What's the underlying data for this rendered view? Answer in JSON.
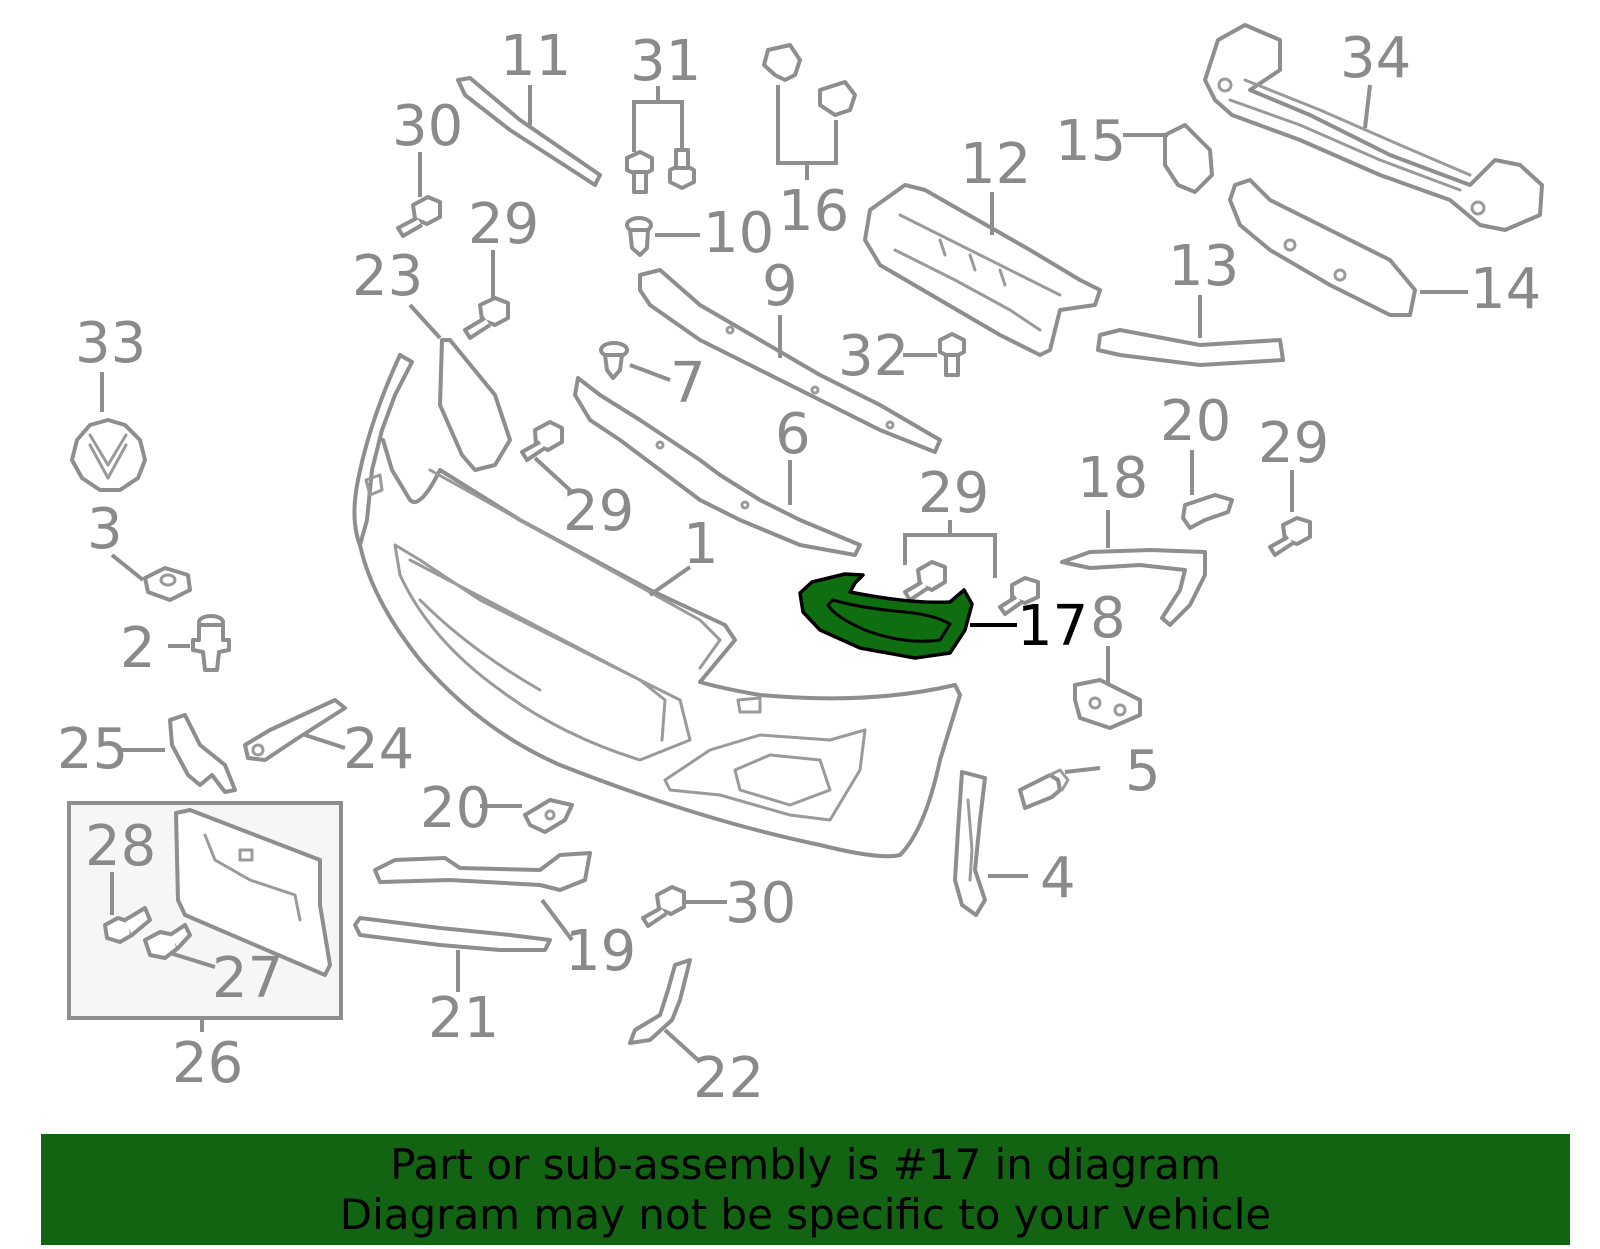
{
  "highlight_color": "#0f6e0f",
  "banner_color": "#126312",
  "banner": {
    "line1": "Part or sub-assembly is #17 in diagram",
    "line2": "Diagram may not be specific to your vehicle"
  },
  "callouts": {
    "c1": "1",
    "c2": "2",
    "c3": "3",
    "c4": "4",
    "c5": "5",
    "c6": "6",
    "c7": "7",
    "c8": "8",
    "c9": "9",
    "c10": "10",
    "c11": "11",
    "c12": "12",
    "c13": "13",
    "c14": "14",
    "c15": "15",
    "c16": "16",
    "c17": "17",
    "c18": "18",
    "c19": "19",
    "c20a": "20",
    "c20b": "20",
    "c21": "21",
    "c22": "22",
    "c23": "23",
    "c24": "24",
    "c25": "25",
    "c26": "26",
    "c27": "27",
    "c28": "28",
    "c29a": "29",
    "c29b": "29",
    "c29c": "29",
    "c29d": "29",
    "c30a": "30",
    "c30b": "30",
    "c31": "31",
    "c32": "32",
    "c33": "33",
    "c34": "34"
  }
}
